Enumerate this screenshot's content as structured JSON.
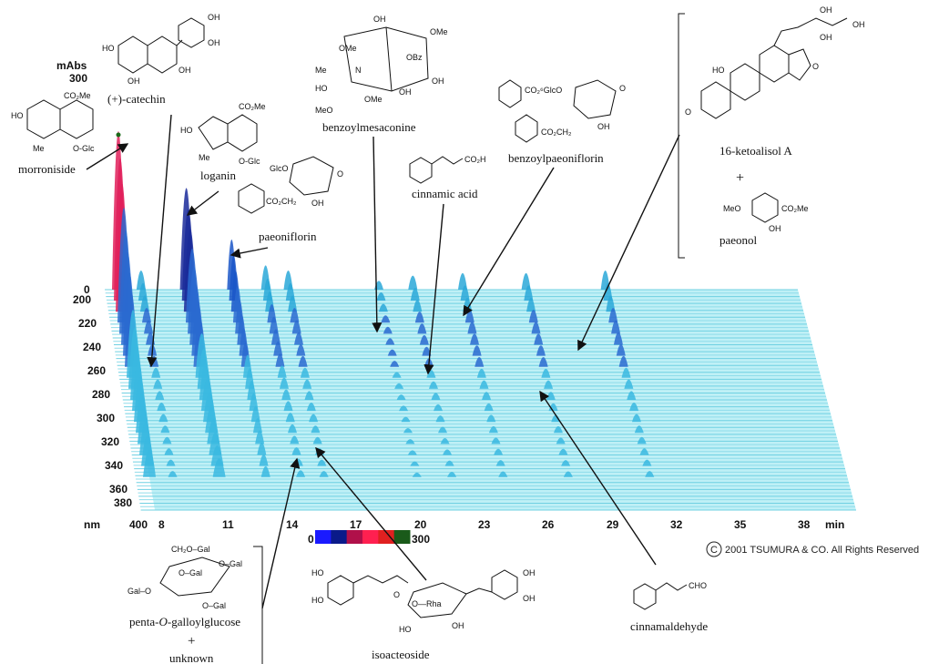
{
  "chart_data": {
    "type": "3d-line",
    "y_axis_units": "mAbs",
    "y_axis_max": 300,
    "z_axis_zero": "0",
    "wavelength_unit": "nm",
    "wavelength_ticks": [
      200,
      220,
      240,
      260,
      280,
      300,
      320,
      340,
      360,
      380,
      400
    ],
    "time_unit": "min",
    "time_ticks": [
      8,
      11,
      14,
      17,
      20,
      23,
      26,
      29,
      32,
      35,
      38
    ],
    "colorbar": {
      "min": "0",
      "max": "300",
      "colors": [
        "#1a1aff",
        "#0a1a8a",
        "#b0104a",
        "#ff2050",
        "#e02020",
        "#1a5a1a"
      ]
    },
    "compounds": [
      {
        "label": "morroniside",
        "time": 8.0,
        "intensity": 300
      },
      {
        "label": "(+)-catechin",
        "time": 9.0,
        "intensity": 30
      },
      {
        "label": "loganin",
        "time": 11.0,
        "intensity": 190
      },
      {
        "label": "paeoniflorin",
        "time": 13.0,
        "intensity": 90
      },
      {
        "label": "benzoylmesaconine",
        "time": 19.5,
        "intensity": 10
      },
      {
        "label": "cinnamic acid",
        "time": 21.0,
        "intensity": 20
      },
      {
        "label": "benzoylpaeoniflorin",
        "time": 23.2,
        "intensity": 25
      },
      {
        "label": "16-ketoalisol A",
        "time": 29.5,
        "intensity": 30
      },
      {
        "label": "paeonol",
        "time": 29.5,
        "intensity": 30
      },
      {
        "label": "penta-O-galloylglucose",
        "time": 14.5,
        "intensity": 40
      },
      {
        "label": "unknown",
        "time": 14.5,
        "intensity": 40
      },
      {
        "label": "isoacteoside",
        "time": 15.5,
        "intensity": 30
      },
      {
        "label": "cinnamaldehyde",
        "time": 26.0,
        "intensity": 25
      }
    ]
  },
  "labels": {
    "morroniside": "morroniside",
    "catechin": "(+)-catechin",
    "loganin": "loganin",
    "paeoniflorin": "paeoniflorin",
    "benzoylmesaconine": "benzoylmesaconine",
    "cinnamic_acid": "cinnamic acid",
    "benzoylpaeoniflorin": "benzoylpaeoniflorin",
    "ketoalisol": "16-ketoalisol A",
    "plus1": "+",
    "paeonol": "paeonol",
    "pgg_prefix": "penta-",
    "pgg_italic": "O",
    "pgg_suffix": "-galloylglucose",
    "plus2": "+",
    "unknown": "unknown",
    "isoacteoside": "isoacteoside",
    "cinnamaldehyde": "cinnamaldehyde"
  },
  "structure_text": {
    "co2me": "CO₂Me",
    "co2me_plain": "CO2Me",
    "oglc": "O-Glc",
    "ho": "HO",
    "oh": "OH",
    "me": "Me",
    "glco": "GlcO",
    "co2ch2": "CO₂CH₂",
    "co2glco": "CO₂⁶GlcO",
    "obz": "OBz",
    "ome": "OMe",
    "meo": "MeO",
    "n": "N",
    "co2h": "CO₂H",
    "o": "O",
    "ch2ogal": "CH₂O–Gal",
    "ogal": "O–Gal",
    "galo": "Gal–O",
    "orha": "O—Rha",
    "cho": "CHO"
  },
  "copyright": "2001 TSUMURA & CO. All Rights Reserved",
  "copyright_symbol": "C"
}
